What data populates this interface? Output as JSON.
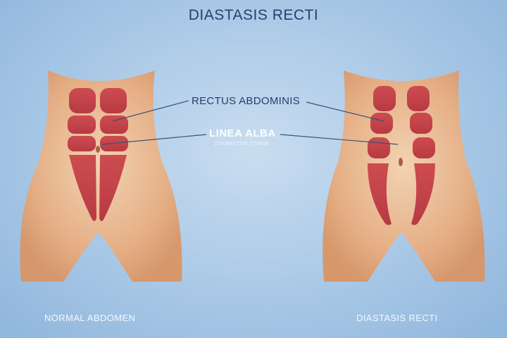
{
  "title": "DIASTASIS RECTI",
  "labels": {
    "rectus": "RECTUS ABDOMINIS",
    "linea": "LINEA ALBA",
    "linea_sub": "CONNECTIVE TISSUE",
    "left_caption": "NORMAL ABDOMEN",
    "right_caption": "DIASTASIS RECTI"
  },
  "colors": {
    "skin": "#eab48a",
    "muscle": "#c4444a",
    "text": "#25406e",
    "background": "#a9c8e6"
  }
}
